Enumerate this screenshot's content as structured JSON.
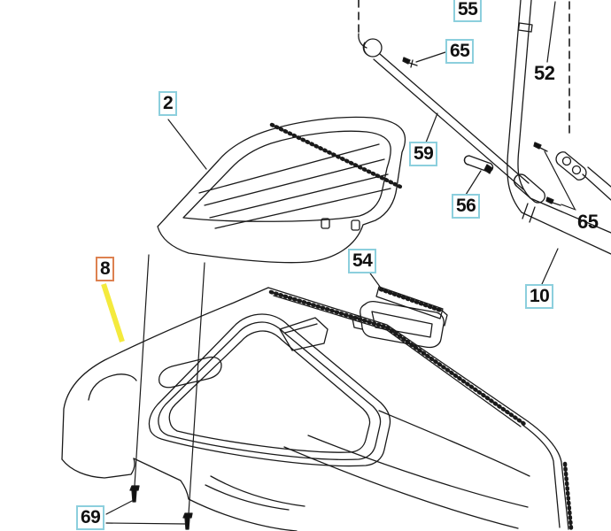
{
  "diagram": {
    "kind": "exploded-parts-diagram",
    "subject": "tractor hood assembly",
    "background_color": "#ffffff",
    "line_color": "#1a1a1a",
    "label_border_color": "#8ccfdd",
    "selected_label_border_color": "#dd8150",
    "highlight_leader_color": "#f4ea3d",
    "selected_part": "8",
    "labels": [
      {
        "ref": "2",
        "text": "2",
        "boxed": true,
        "selected": false
      },
      {
        "ref": "8",
        "text": "8",
        "boxed": true,
        "selected": true
      },
      {
        "ref": "10",
        "text": "10",
        "boxed": true,
        "selected": false
      },
      {
        "ref": "52",
        "text": "52",
        "boxed": false,
        "selected": false
      },
      {
        "ref": "54",
        "text": "54",
        "boxed": true,
        "selected": false
      },
      {
        "ref": "55",
        "text": "55",
        "boxed": true,
        "selected": false
      },
      {
        "ref": "56",
        "text": "56",
        "boxed": true,
        "selected": false
      },
      {
        "ref": "59",
        "text": "59",
        "boxed": true,
        "selected": false
      },
      {
        "ref": "65a",
        "text": "65",
        "boxed": true,
        "selected": false
      },
      {
        "ref": "65b",
        "text": "65",
        "boxed": false,
        "selected": false
      },
      {
        "ref": "69",
        "text": "69",
        "boxed": true,
        "selected": false
      }
    ]
  }
}
